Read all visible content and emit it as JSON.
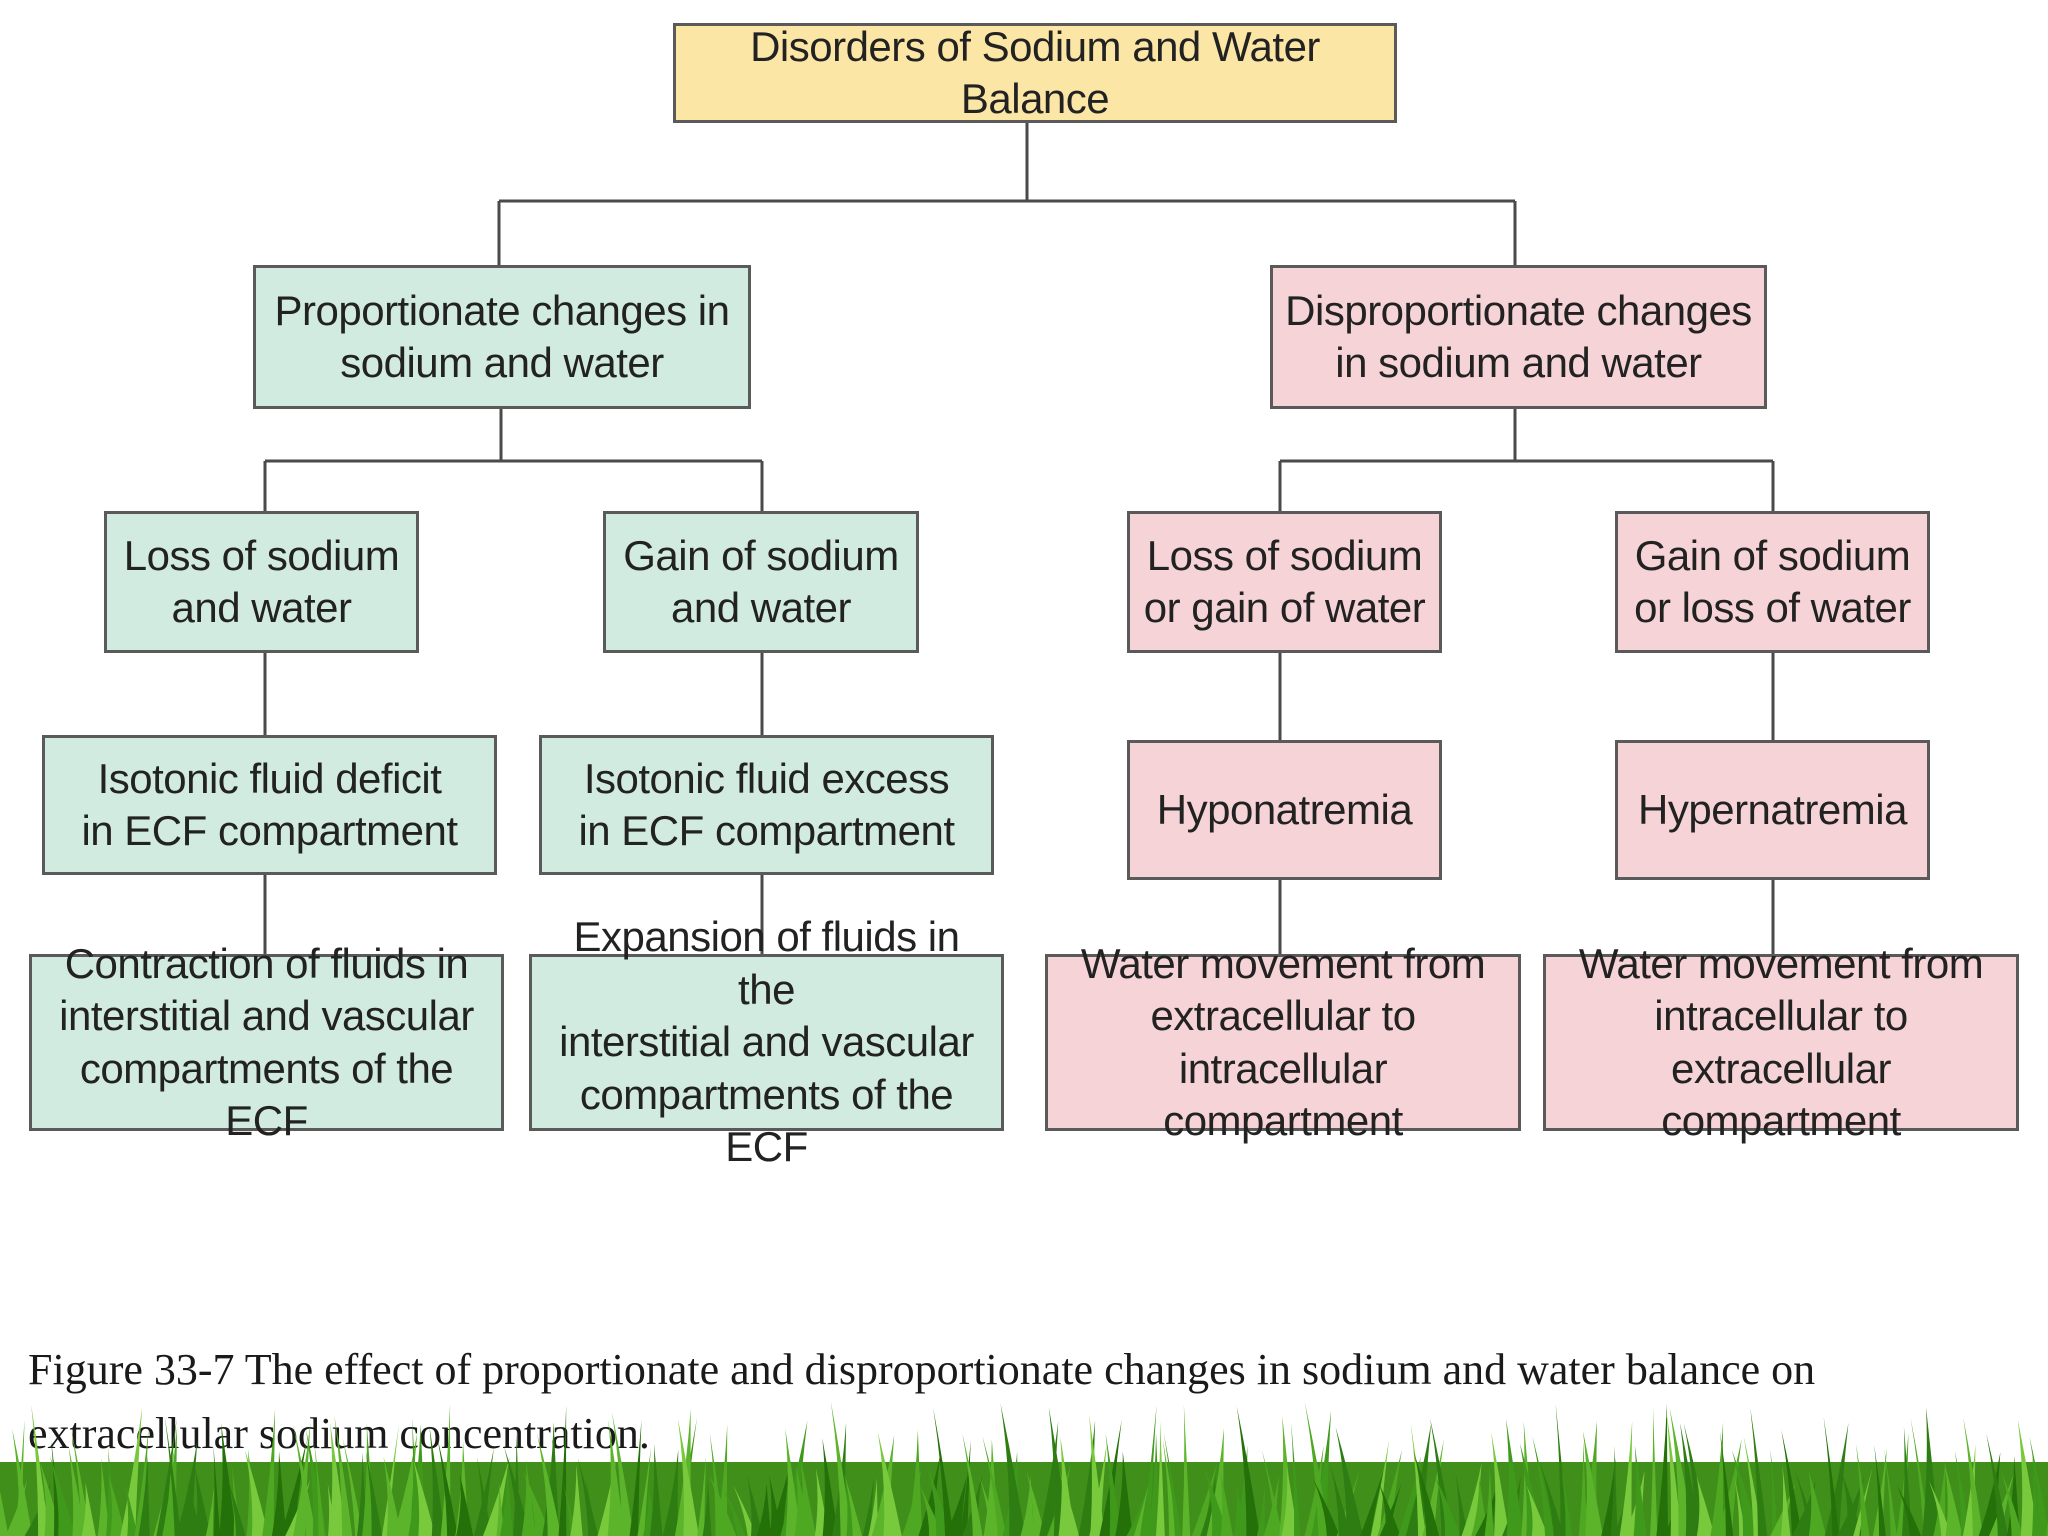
{
  "diagram": {
    "root": {
      "label": "Disorders of Sodium and Water Balance"
    },
    "branches": [
      {
        "label": "Proportionate changes in\nsodium and water",
        "children": [
          {
            "label": "Loss of sodium\nand water",
            "result": "Isotonic fluid deficit\nin ECF compartment",
            "effect": "Contraction of fluids in\ninterstitial and vascular\ncompartments of the ECF"
          },
          {
            "label": "Gain of sodium\nand water",
            "result": "Isotonic fluid excess\nin ECF compartment",
            "effect": "Expansion of fluids in the\ninterstitial and vascular\ncompartments of the ECF"
          }
        ]
      },
      {
        "label": "Disproportionate changes\nin sodium and water",
        "children": [
          {
            "label": "Loss of sodium\nor gain of water",
            "result": "Hyponatremia",
            "effect": "Water movement from\nextracellular to intracellular\ncompartment"
          },
          {
            "label": "Gain of sodium\nor loss of water",
            "result": "Hypernatremia",
            "effect": "Water movement from\nintracellular to extracellular\ncompartment"
          }
        ]
      }
    ]
  },
  "caption": "Figure 33-7 The effect of proportionate and disproportionate changes in sodium and water balance on extracellular sodium concentration.",
  "colors": {
    "root_fill": "#fbe6a6",
    "proportionate_fill": "#d1ebe0",
    "disproportionate_fill": "#f6d3d6",
    "border": "#5a5a5a",
    "grass": "#3f9a1c"
  }
}
